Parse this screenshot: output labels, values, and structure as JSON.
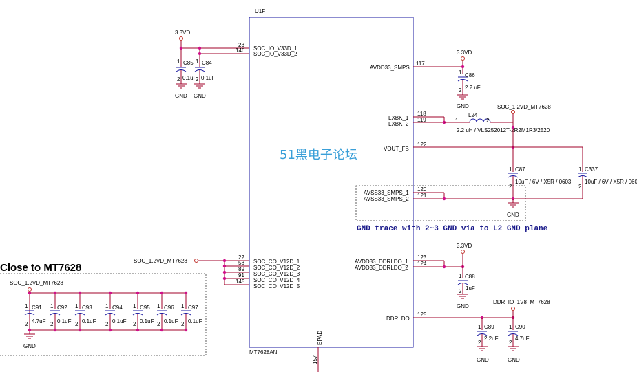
{
  "chip": {
    "refdes": "U1F",
    "part": "MT7628AN",
    "watermark": "51黑电子论坛",
    "left_pins": [
      {
        "num": "23",
        "name": "SOC_IO_V33D_1"
      },
      {
        "num": "146",
        "name": "SOC_IO_V33D_2"
      },
      {
        "num": "22",
        "name": "SOC_CO_V12D_1"
      },
      {
        "num": "58",
        "name": "SOC_CO_V12D_2"
      },
      {
        "num": "89",
        "name": "SOC_CO_V12D_3"
      },
      {
        "num": "91",
        "name": "SOC_CO_V12D_4"
      },
      {
        "num": "145",
        "name": "SOC_CO_V12D_5"
      }
    ],
    "right_pins": [
      {
        "num": "117",
        "name": "AVDD33_SMPS"
      },
      {
        "num": "118",
        "name": "LXBK_1"
      },
      {
        "num": "119",
        "name": "LXBK_2"
      },
      {
        "num": "122",
        "name": "VOUT_FB"
      },
      {
        "num": "120",
        "name": "AVSS33_SMPS_1"
      },
      {
        "num": "121",
        "name": "AVSS33_SMPS_2"
      },
      {
        "num": "123",
        "name": "AVDD33_DDRLDO_1"
      },
      {
        "num": "124",
        "name": "AVDD33_DDRLDO_2"
      },
      {
        "num": "125",
        "name": "DDRLDO"
      }
    ],
    "bottom_pin": {
      "num": "157",
      "name": "EPAD"
    }
  },
  "nets": {
    "v33": "3.3VD",
    "gnd": "GND",
    "v12": "SOC_1.2VD_MT7628",
    "v18": "DDR_IO_1V8_MT7628"
  },
  "capacitors": [
    {
      "ref": "C85",
      "value": "0.1uF"
    },
    {
      "ref": "C84",
      "value": "0.1uF"
    },
    {
      "ref": "C86",
      "value": "2.2 uF"
    },
    {
      "ref": "C87",
      "value": "10uF / 6V / X5R / 0603"
    },
    {
      "ref": "C337",
      "value": "10uF / 6V / X5R / 060"
    },
    {
      "ref": "C88",
      "value": "1uF"
    },
    {
      "ref": "C89",
      "value": "2.2uF"
    },
    {
      "ref": "C90",
      "value": "4.7uF"
    },
    {
      "ref": "C91",
      "value": "4.7uF"
    },
    {
      "ref": "C92",
      "value": "0.1uF"
    },
    {
      "ref": "C93",
      "value": "0.1uF"
    },
    {
      "ref": "C94",
      "value": "0.1uF"
    },
    {
      "ref": "C95",
      "value": "0.1uF"
    },
    {
      "ref": "C96",
      "value": "0.1uF"
    },
    {
      "ref": "C97",
      "value": "0.1uF"
    }
  ],
  "inductor": {
    "ref": "L24",
    "value": "2.2 uH / VLS252012T-2R2M1R3/2520",
    "pin1": "1",
    "pin2": "2"
  },
  "notes": {
    "gnd_trace": "GND trace with 2~3 GND via to L2 GND plane",
    "close_to": "Close to MT7628"
  },
  "pin_nums": {
    "p1": "1",
    "p2": "2"
  }
}
